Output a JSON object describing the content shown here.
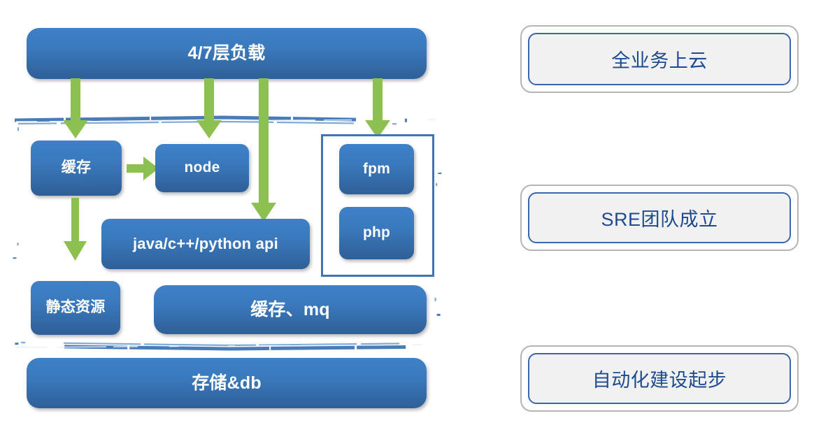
{
  "diagram": {
    "title": "architecture-evolution-diagram",
    "colors": {
      "node_blue_top": "#3e81c8",
      "node_blue_bottom": "#2f5f97",
      "arrow_green": "#8cc152",
      "container_border_blue": "#3f75b5",
      "pill_border_gray": "#b5b5b5",
      "pill_border_blue": "#3a66ad",
      "pill_fill": "#f1f1f1",
      "pill_text": "#1e4a8f",
      "node_text": "#ffffff"
    }
  },
  "left": {
    "load_balancer": {
      "label": "4/7层负载"
    },
    "container": {
      "name": "app-layer-container"
    },
    "cache": {
      "label": "缓存"
    },
    "node_js": {
      "label": "node"
    },
    "api": {
      "label": "java/c++/python api"
    },
    "static": {
      "label": "静态资源"
    },
    "cache_mq": {
      "label": "缓存、mq"
    },
    "runtime_group": {
      "name": "php-runtime-group",
      "items": [
        {
          "label": "fpm"
        },
        {
          "label": "php"
        }
      ]
    },
    "storage": {
      "label": "存储&db"
    }
  },
  "right": {
    "milestones": [
      {
        "label": "全业务上云"
      },
      {
        "label": "SRE团队成立"
      },
      {
        "label": "自动化建设起步"
      }
    ]
  },
  "arrows": {
    "lb_to_cache": "arrow-down-lb-to-cache",
    "lb_to_node": "arrow-down-lb-to-node",
    "lb_to_api": "arrow-down-lb-to-api",
    "lb_to_runtime": "arrow-down-lb-to-runtime",
    "cache_to_node": "arrow-right-cache-to-node",
    "cache_to_static": "arrow-down-cache-to-static"
  }
}
